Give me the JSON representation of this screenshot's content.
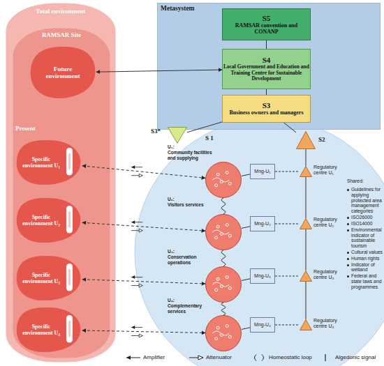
{
  "diagram": {
    "nodes": [
      {
        "text": [
          "Total environment"
        ]
      },
      {
        "text": [
          "RAMSAR Site"
        ],
        "in": 0
      },
      {
        "text": [
          "Future environment"
        ],
        "in": 1
      },
      {
        "text": [
          "Specific environment U₁"
        ],
        "in": 1
      },
      {
        "text": [
          "Specific environment U₂"
        ],
        "in": 1
      },
      {
        "text": [
          "Specific environment U₃"
        ],
        "in": 1
      },
      {
        "text": [
          "Specific environment U₄"
        ],
        "in": 1
      },
      {
        "text": [
          "Metasystem"
        ]
      },
      {
        "text": [
          "S5",
          "RAMSAR convention and CONANP"
        ],
        "in": 7
      },
      {
        "text": [
          "S4",
          "Local Government and Education and Training Centre for Sustainable Development"
        ],
        "in": 7
      },
      {
        "text": [
          "S3",
          "Business owners and managers"
        ],
        "in": 7
      },
      {
        "text": [
          "S3*"
        ]
      },
      {
        "text": [
          "S2"
        ]
      },
      {
        "text": [
          "U₁:",
          "Community facilities and supplying"
        ]
      },
      {
        "text": [
          "U₂:",
          "Visitors services"
        ]
      },
      {
        "text": [
          "U₃:",
          "Conservation operations"
        ]
      },
      {
        "text": [
          "U₄:",
          "Complementary services"
        ]
      },
      {
        "text": [
          "Mng-U₁"
        ]
      },
      {
        "text": [
          "Mng-U₂"
        ]
      },
      {
        "text": [
          "Mng-U₃"
        ]
      },
      {
        "text": [
          "Mng-U₄"
        ]
      },
      {
        "text": [
          "Regulatory centre U₁"
        ]
      },
      {
        "text": [
          "Regulatory centre U₂"
        ]
      },
      {
        "text": [
          "Regulatory centre U₃"
        ]
      },
      {
        "text": [
          "Regulatory centre U₄"
        ]
      }
    ],
    "edges": [
      {
        "from": 8,
        "to": 9,
        "arrow": "none"
      },
      {
        "from": 9,
        "to": 10,
        "arrow": "none"
      },
      {
        "from": 2,
        "to": 9,
        "arrow": "both"
      },
      {
        "from": 3,
        "to": 13,
        "arrow": "both"
      },
      {
        "from": 4,
        "to": 14,
        "arrow": "both"
      },
      {
        "from": 5,
        "to": 15,
        "arrow": "both"
      },
      {
        "from": 6,
        "to": 16,
        "arrow": "both"
      },
      {
        "from": 13,
        "to": 17,
        "arrow": "none"
      },
      {
        "from": 14,
        "to": 18,
        "arrow": "none"
      },
      {
        "from": 15,
        "to": 19,
        "arrow": "none"
      },
      {
        "from": 16,
        "to": 20,
        "arrow": "none"
      },
      {
        "from": 17,
        "to": 21,
        "arrow": "none"
      },
      {
        "from": 18,
        "to": 22,
        "arrow": "none"
      },
      {
        "from": 19,
        "to": 23,
        "arrow": "none"
      },
      {
        "from": 20,
        "to": 24,
        "arrow": "none"
      },
      {
        "from": 13,
        "to": 14,
        "arrow": "none"
      },
      {
        "from": 14,
        "to": 15,
        "arrow": "none"
      },
      {
        "from": 15,
        "to": 16,
        "arrow": "none"
      },
      {
        "from": 10,
        "to": 11,
        "arrow": "none"
      },
      {
        "from": 10,
        "to": 12,
        "arrow": "none"
      },
      {
        "from": 12,
        "to": 21,
        "arrow": "none"
      },
      {
        "from": 21,
        "to": 22,
        "arrow": "none"
      },
      {
        "from": 22,
        "to": 23,
        "arrow": "none"
      },
      {
        "from": 23,
        "to": 24,
        "arrow": "none"
      }
    ],
    "labels": [
      "Present",
      "S 1",
      "Shared:",
      "Guidelines for applying protected area management categories",
      "ISO26000",
      "ISO14000",
      "Environmental indicator of sustainable tourism",
      "Cultural values",
      "Human rights",
      "Indicator of wetland",
      "Federal and state laws and programmes"
    ],
    "legend": [
      {
        "text": "Amplifier"
      },
      {
        "text": "Attenuator"
      },
      {
        "text": "Homeostatic loop"
      },
      {
        "text": "Algedonic signal"
      }
    ]
  }
}
